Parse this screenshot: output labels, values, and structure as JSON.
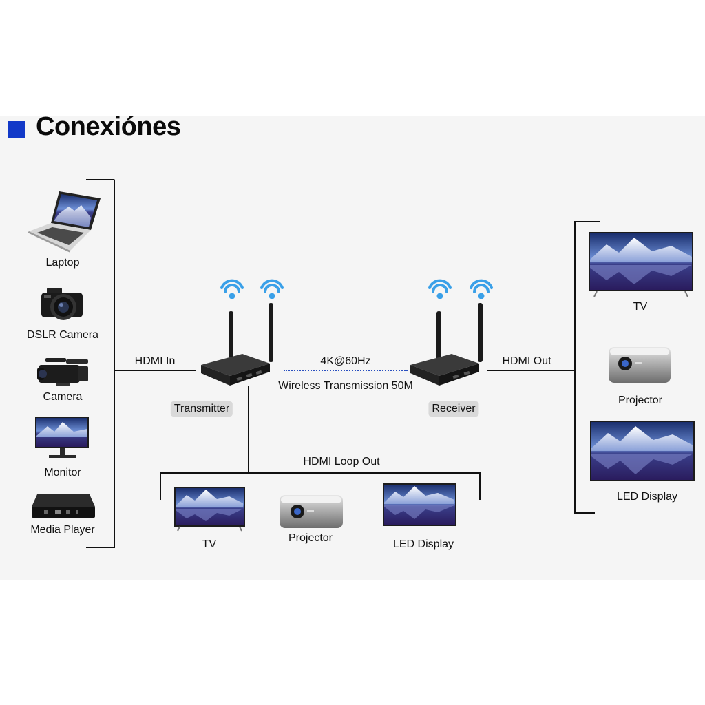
{
  "title": "Conexiónes",
  "colors": {
    "accent": "#1239c8",
    "wifi": "#3aa0e8",
    "device": "#1e1e1e"
  },
  "sources": [
    {
      "label": "Laptop",
      "icon": "laptop-icon"
    },
    {
      "label": "DSLR Camera",
      "icon": "dslr-camera-icon"
    },
    {
      "label": "Camera",
      "icon": "camcorder-icon"
    },
    {
      "label": "Monitor",
      "icon": "monitor-icon"
    },
    {
      "label": "Media Player",
      "icon": "media-player-icon"
    }
  ],
  "links": {
    "hdmi_in": "HDMI In",
    "hdmi_out": "HDMI Out",
    "hdmi_loop_out": "HDMI Loop Out",
    "wireless_resolution": "4K@60Hz",
    "wireless_range": "Wireless Transmission 50M"
  },
  "units": {
    "transmitter": "Transmitter",
    "receiver": "Receiver"
  },
  "loop_outputs": [
    {
      "label": "TV",
      "icon": "tv-icon"
    },
    {
      "label": "Projector",
      "icon": "projector-icon"
    },
    {
      "label": "LED Display",
      "icon": "led-display-icon"
    }
  ],
  "outputs": [
    {
      "label": "TV",
      "icon": "tv-icon"
    },
    {
      "label": "Projector",
      "icon": "projector-icon"
    },
    {
      "label": "LED Display",
      "icon": "led-display-icon"
    }
  ]
}
